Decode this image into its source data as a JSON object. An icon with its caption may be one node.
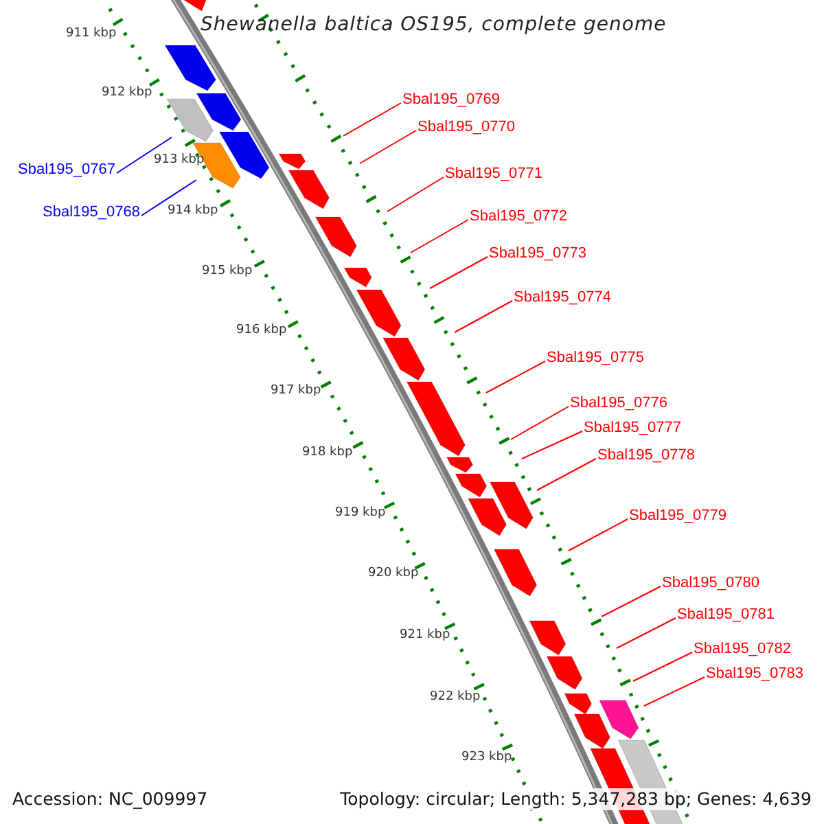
{
  "diagram": {
    "title": "Shewanella baltica OS195, complete genome",
    "nodes": [
      {
        "text": [
          "Sbal195_0767"
        ]
      },
      {
        "text": [
          "Sbal195_0768"
        ]
      },
      {
        "text": [
          "Sbal195_0769"
        ]
      },
      {
        "text": [
          "Sbal195_0770"
        ]
      },
      {
        "text": [
          "Sbal195_0771"
        ]
      },
      {
        "text": [
          "Sbal195_0772"
        ]
      },
      {
        "text": [
          "Sbal195_0773"
        ]
      },
      {
        "text": [
          "Sbal195_0774"
        ]
      },
      {
        "text": [
          "Sbal195_0775"
        ]
      },
      {
        "text": [
          "Sbal195_0776"
        ]
      },
      {
        "text": [
          "Sbal195_0777"
        ]
      },
      {
        "text": [
          "Sbal195_0778"
        ]
      },
      {
        "text": [
          "Sbal195_0779"
        ]
      },
      {
        "text": [
          "Sbal195_0780"
        ]
      },
      {
        "text": [
          "Sbal195_0781"
        ]
      },
      {
        "text": [
          "Sbal195_0782"
        ]
      },
      {
        "text": [
          "Sbal195_0783"
        ]
      }
    ],
    "edges": [
      {
        "from": 0,
        "to": null,
        "arrow": "none",
        "color": "#0000ff"
      },
      {
        "from": 1,
        "to": null,
        "arrow": "none",
        "color": "#0000ff"
      },
      {
        "from": 2,
        "to": null,
        "arrow": "none"
      },
      {
        "from": 3,
        "to": null,
        "arrow": "none"
      },
      {
        "from": 4,
        "to": null,
        "arrow": "none"
      },
      {
        "from": 5,
        "to": null,
        "arrow": "none"
      },
      {
        "from": 6,
        "to": null,
        "arrow": "none"
      },
      {
        "from": 7,
        "to": null,
        "arrow": "none"
      },
      {
        "from": 8,
        "to": null,
        "arrow": "none"
      },
      {
        "from": 9,
        "to": null,
        "arrow": "none"
      },
      {
        "from": 10,
        "to": null,
        "arrow": "none"
      },
      {
        "from": 11,
        "to": null,
        "arrow": "none"
      },
      {
        "from": 12,
        "to": null,
        "arrow": "none"
      },
      {
        "from": 13,
        "to": null,
        "arrow": "none"
      },
      {
        "from": 14,
        "to": null,
        "arrow": "none"
      },
      {
        "from": 15,
        "to": null,
        "arrow": "none"
      },
      {
        "from": 16,
        "to": null,
        "arrow": "none"
      }
    ],
    "labels": [
      "911 kbp",
      "912 kbp",
      "913 kbp",
      "914 kbp",
      "915 kbp",
      "916 kbp",
      "917 kbp",
      "918 kbp",
      "919 kbp",
      "920 kbp",
      "921 kbp",
      "922 kbp",
      "923 kbp",
      "Accession: NC_009997",
      "Topology: circular; Length: 5,347,283 bp; Genes: 4,639"
    ]
  }
}
